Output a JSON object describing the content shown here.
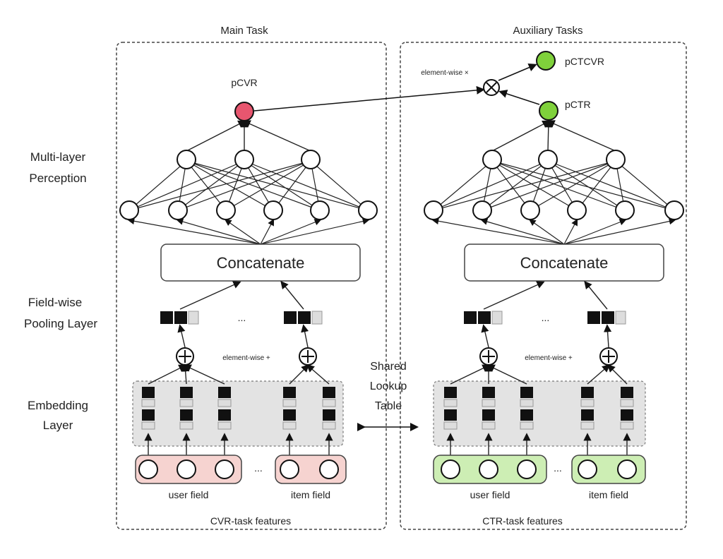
{
  "titles": {
    "main": "Main Task",
    "aux": "Auxiliary Tasks"
  },
  "outputs": {
    "pcvr": "pCVR",
    "pctcvr": "pCTCVR",
    "pctr": "pCTR"
  },
  "annotations": {
    "element_wise": "element-wise ×",
    "element_wise_plus": "element-wise +"
  },
  "layers": {
    "mlp_1": "Multi-layer",
    "mlp_2": "Perception",
    "pool_1": "Field-wise",
    "pool_2": "Pooling Layer",
    "emb_1": "Embedding",
    "emb_2": "Layer"
  },
  "concat": "Concatenate",
  "ellipsis": "...",
  "shared": {
    "l1": "Shared",
    "l2": "Lookup",
    "l3": "Table"
  },
  "fields": {
    "user": "user field",
    "item": "item field"
  },
  "footers": {
    "cvr": "CVR-task features",
    "ctr": "CTR-task features"
  },
  "colors": {
    "pcvr": "#e8566f",
    "green": "#7fd13b",
    "red_field": "#f6d3d0",
    "green_field": "#cdeeb4",
    "emb_bg": "#e3e3e3"
  }
}
